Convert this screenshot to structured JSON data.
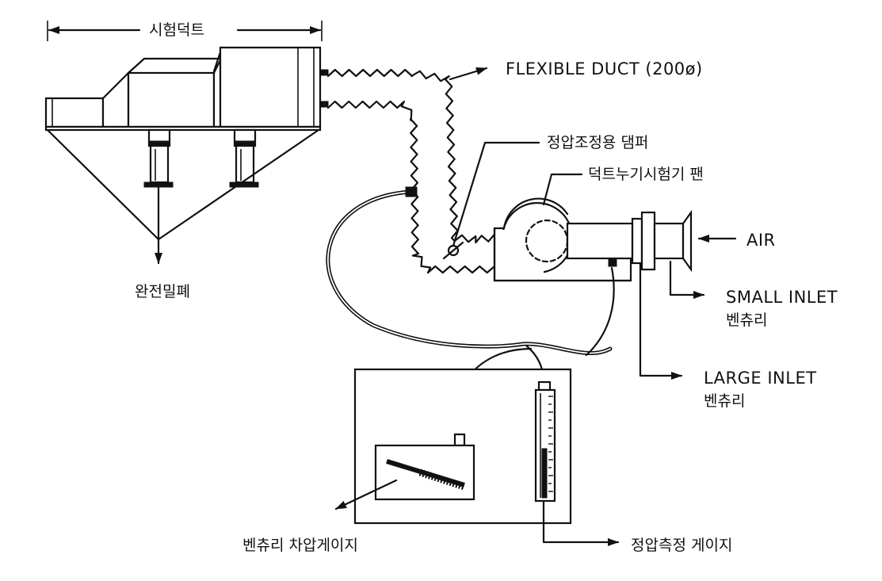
{
  "labels": {
    "test_duct": "시험덕트",
    "flexible_duct": "FLEXIBLE DUCT (200ø)",
    "static_pressure_damper": "정압조정용 댐퍼",
    "duct_leak_tester_fan": "덕트누기시험기 팬",
    "air": "AIR",
    "small_inlet_venturi_line1": "SMALL INLET",
    "small_inlet_venturi_line2": "벤츄리",
    "large_inlet_venturi_line1": "LARGE INLET",
    "large_inlet_venturi_line2": "벤츄리",
    "fully_sealed": "완전밀폐",
    "venturi_diff_pressure_gauge": "벤츄리 차압게이지",
    "static_pressure_gauge": "정압측정 게이지"
  },
  "colors": {
    "ink": "#111111",
    "paper": "#ffffff"
  }
}
